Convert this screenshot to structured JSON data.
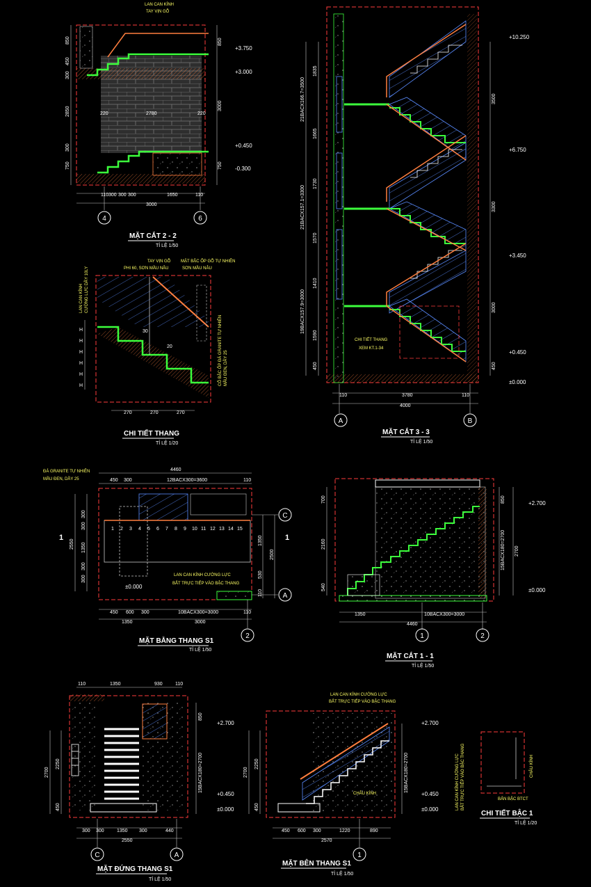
{
  "colors": {
    "background": "#000000",
    "wall": "#ff7f3f",
    "hidden": "#ff3b3b",
    "green": "#3cff3c",
    "hatch": "#5a8cff",
    "dim": "#c8c8c8",
    "text": "#ffffff",
    "note": "#ffff66"
  },
  "views": {
    "section22": {
      "title": "MẶT CẮT 2 - 2",
      "scale": "TỈ LỆ 1/50",
      "notes": [
        "LAN CAN KÍNH",
        "TAY VỊN GỖ"
      ],
      "levels": [
        "+3.750",
        "+3.000",
        "+0.450",
        "-0.300"
      ],
      "left_dims": [
        "850",
        "450",
        "300",
        "2850",
        "300",
        "750"
      ],
      "right_dims": [
        "850",
        "3000",
        "750"
      ],
      "inner_dims": [
        "220",
        "2780",
        "220"
      ],
      "bottom_dims": [
        "110",
        "300",
        "300",
        "300",
        "1650",
        "110"
      ],
      "total": "3000",
      "axes": [
        "4",
        "6"
      ]
    },
    "section33": {
      "title": "MẶT CẮT 3 - 3",
      "scale": "TỈ LỆ 1/50",
      "levels": [
        "+10.250",
        "+6.750",
        "+3.450",
        "+0.450",
        "±0.000"
      ],
      "left_dims": [
        "1835",
        "1665",
        "1730",
        "1570",
        "1410",
        "1590",
        "450"
      ],
      "left_totals": [
        "21BACX166.7=3500",
        "21BACX157.1=3300",
        "19BACX157.9=3000"
      ],
      "right_dims": [
        "3500",
        "3300",
        "3000",
        "450"
      ],
      "bottom_dims": [
        "110",
        "3780",
        "110"
      ],
      "total": "4000",
      "axes": [
        "A",
        "B"
      ],
      "callout": [
        "CHI TIẾT THANG",
        "XEM KT.1-34"
      ]
    },
    "stair_detail": {
      "title": "CHI TIẾT THANG",
      "scale": "TỈ LỆ 1/20",
      "notes_top": [
        "TAY VỊN GỖ",
        "PHI 60, SƠN MẦU NÂU",
        "MẶT BẬC ỐP GỖ TỰ NHIÊN",
        "SƠN MẦU NÂU"
      ],
      "notes_left": [
        "LAN CAN KÍNH",
        "CƯỜNG LỰC DẦY 10LY"
      ],
      "notes_right": [
        "CỔ BẬC ỐP ĐÁ GRANITE TỰ NHIÊN",
        "MẦU ĐEN, DẦY 25"
      ],
      "marks": [
        "30",
        "20"
      ],
      "h_labels": [
        "H",
        "H",
        "H",
        "H",
        "H",
        "H"
      ],
      "bottom_dims": [
        "270",
        "270",
        "270"
      ]
    },
    "plan": {
      "title": "MẶT BẰNG THANG S1",
      "scale": "TỈ LỆ 1/50",
      "note_top": [
        "ĐÁ GRANITE TỰ NHIÊN",
        "MẦU ĐEN, DẦY 25"
      ],
      "note_mid": [
        "LAN CAN KÍNH CƯỜNG LỰC",
        "BẮT TRỰC TIẾP VÀO BẬC THANG"
      ],
      "top_total": "4460",
      "top_dims": [
        "450",
        "300",
        "12BACX300=3600",
        "110"
      ],
      "left_dims": [
        "300",
        "300",
        "1350",
        "300",
        "300"
      ],
      "left_total": "2550",
      "right_dims": [
        "1350",
        "530",
        "110"
      ],
      "right_total": "2500",
      "bottom_dims": [
        "450",
        "600",
        "300",
        "10BACX300=3000",
        "110"
      ],
      "bottom_dims2": [
        "1350",
        "3000"
      ],
      "steps": [
        "1",
        "2",
        "3",
        "4",
        "5",
        "6",
        "7",
        "8",
        "9",
        "10",
        "11",
        "12",
        "13",
        "14",
        "15"
      ],
      "level": "±0.000",
      "cut_marks": [
        "1",
        "1"
      ],
      "axes": [
        "C",
        "A",
        "2"
      ]
    },
    "section11": {
      "title": "MẶT CẮT 1 - 1",
      "scale": "TỈ LỆ 1/50",
      "levels": [
        "+2.700",
        "±0.000"
      ],
      "left_dims": [
        "700",
        "2160",
        "540"
      ],
      "right_dims": [
        "850",
        "15BACX180=2700",
        "2700"
      ],
      "bottom_dims": [
        "1350",
        "10BACX300=3000"
      ],
      "total": "4460",
      "axes": [
        "1",
        "2"
      ]
    },
    "elevation": {
      "title": "MẶT ĐỨNG THANG S1",
      "scale": "TỈ LỆ 1/50",
      "top_dims": [
        "110",
        "1350",
        "930",
        "110"
      ],
      "left_dims": [
        "2700",
        "2250",
        "450"
      ],
      "right_dims": [
        "850",
        "15BACX180=2700"
      ],
      "levels": [
        "+2.700",
        "+0.450",
        "±0.000"
      ],
      "bottom_dims": [
        "300",
        "300",
        "1350",
        "300",
        "440"
      ],
      "total": "2550",
      "axes": [
        "C",
        "A"
      ]
    },
    "side": {
      "title": "MẶT BÊN THANG S1",
      "scale": "TỈ LỆ 1/50",
      "notes": [
        "LAN CAN KÍNH CƯỜNG LỰC",
        "BẮT TRỰC TIẾP VÀO BẬC THANG"
      ],
      "glass": "CHÂU KÍNH",
      "left_dims": [
        "2700",
        "2250",
        "450"
      ],
      "right_dims": [
        "15BACX180=2700"
      ],
      "levels": [
        "+2.700",
        "+0.450",
        "±0.000"
      ],
      "bottom_dims": [
        "450",
        "600",
        "300",
        "1220",
        "890"
      ],
      "total": "2570",
      "axis": "1"
    },
    "step_detail": {
      "title": "CHI TIẾT BẬC 1",
      "scale": "TỈ LỆ 1/20",
      "notes": [
        "LAN CAN KÍNH CƯỜNG LỰC",
        "BẮT TRỰC TIẾP VÀO BẬC THANG"
      ],
      "labels": [
        "CHÂU KÍNH",
        "BẢN BẬC BTCT"
      ]
    }
  }
}
